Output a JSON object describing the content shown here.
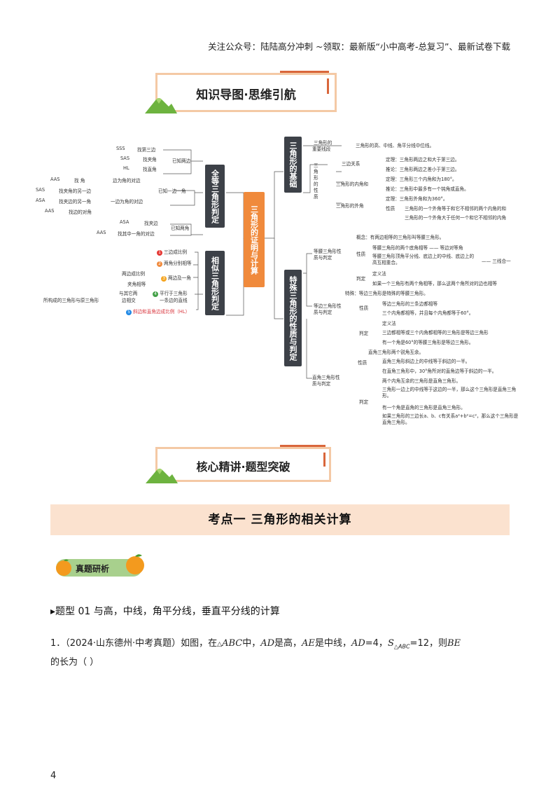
{
  "header": "关注公众号：陆陆高分冲刺 ~领取：最新版“小中高考-总复习”、最新试卷下载",
  "banner1": "知识导图·思维引航",
  "banner2": "核心精讲·题型突破",
  "mindmap": {
    "center": "三角形的证明与计算",
    "left_top": "全等三角形判定",
    "left_bottom": "相似三角形判定",
    "right_top": "三角形的基础",
    "right_bottom": "特殊三角形的性质与判定",
    "cong": {
      "sss": "SSS",
      "sss_d": "找第三边",
      "sas": "SAS",
      "sas_d": "找夹角",
      "hl": "HL",
      "hl_d": "找直角",
      "g1": "已知两边",
      "aas1": "AAS",
      "aas1_d1": "找 角",
      "aas1_d2": "边为角的对边",
      "sas2": "SAS",
      "sas2_d": "找夹角的另一边",
      "asa2": "ASA",
      "asa2_d": "找夹边的另一角",
      "g2": "已知一边一角",
      "g2_d": "一边为角的对边",
      "aas3": "AAS",
      "aas3_d": "找边的对角",
      "asa4": "ASA",
      "asa4_d": "找夹边",
      "aas4": "AAS",
      "aas4_d": "找其中一角的对边",
      "g3": "已知两角"
    },
    "sim": {
      "i1": "三边成比例",
      "i2": "两角分别相等",
      "i3a": "两边成比例",
      "i3b": "夹角相等",
      "i3": "两边及一角",
      "i4a": "与其它两",
      "i4b": "边相交",
      "i4c": "平行于三角形",
      "i4d": "一条边的直线",
      "i4e": "所构成的三角形与原三角形",
      "i5": "斜边和直角边成比例（HL）",
      "n1": "1",
      "n2": "2",
      "n3": "3",
      "n4": "4",
      "n5": "5"
    },
    "base": {
      "b1a": "三角形的",
      "b1b": "重要线段",
      "b1d": "三角形的高、中线、角平分线中位线。",
      "b2": "三角形的性质",
      "b2a": "三边关系",
      "b2a1": "定理：三角形两边之和大于第三边。",
      "b2a2": "推论：三角形两边之差小于第三边。",
      "b2b": "三角形的内角和",
      "b2b1": "定理：三角形三个内角和为180°。",
      "b2b2": "推论：三角形中最多有一个钝角或直角。",
      "b2c": "三角形的外角",
      "b2c1": "定理：三角形外角和为360°。",
      "b2c2": "性质",
      "b2c3": "三角形的一个外角等于和它不相邻的两个内角的和",
      "b2c4": "三角形的一个外角大于任何一个和它不相邻的内角"
    },
    "spec": {
      "s1": "等腰三角形性质与判定",
      "s1a": "概念：有两边相等的三角形叫等腰三角形。",
      "s1b": "性质",
      "s1b1": "等腰三角形的两个底角相等 —— 等边对等角",
      "s1b2": "等腰三角形顶角平分线、底边上的中线、底边上的高互相重合。",
      "s1b3": "—— 三线合一",
      "s1c": "判定",
      "s1c1": "定义法",
      "s1c2": "如果一个三角形有两个角相等，那么这两个角所对的边也相等",
      "s1d": "特殊：等边三角形是特殊的等腰三角形。",
      "s2": "等边三角形性质与判定",
      "s2a": "性质",
      "s2a1": "等边三角形的三条边都相等",
      "s2a2": "三个内角都相等，并且每个内角都等于60°。",
      "s2b": "判定",
      "s2b1": "定义法",
      "s2b2": "三边都相等或三个内角都相等的三角形是等边三角形",
      "s2b3": "有一个角是60°的等腰三角形是等边三角形。",
      "s2c": "直角三角形两个锐角互余。",
      "s3": "直角三角形性质与判定",
      "s3a": "性质",
      "s3a1": "直角三角形斜边上的中线等于斜边的一半。",
      "s3a2": "在直角三角形中，30°角所对的直角边等于斜边的一半。",
      "s3b": "判定",
      "s3b1": "两个内角互余的三角形是直角三角形。",
      "s3b2": "三角形一边上的中线等于这边的一半，那么这个三角形是直角三角形。",
      "s3b3": "有一个角是直角的三角形是直角三角形。",
      "s3b4": "如果三角形的三边长a、b、c有关系a²+b²=c²，那么这个三角形是直角三角形。"
    }
  },
  "section_title": "考点一    三角形的相关计算",
  "badge": "真题研析",
  "question_type": "▸题型 01  与高，中线，角平分线，垂直平分线的计算",
  "question": {
    "number": "1．",
    "source": "（2024·山东德州·中考真题）如图，在",
    "tri": "△",
    "abc": "ABC",
    "zhong": "中，",
    "ad": "AD",
    "is_alt": "是高，",
    "ae": "AE",
    "is_med": "是中线，",
    "ad_eq": "AD",
    "eq4": "=4，",
    "s": "S",
    "sub": "△ABC",
    "eq12": "=12，则",
    "be": "BE",
    "line2": "的长为（    ）"
  },
  "page_number": "4"
}
